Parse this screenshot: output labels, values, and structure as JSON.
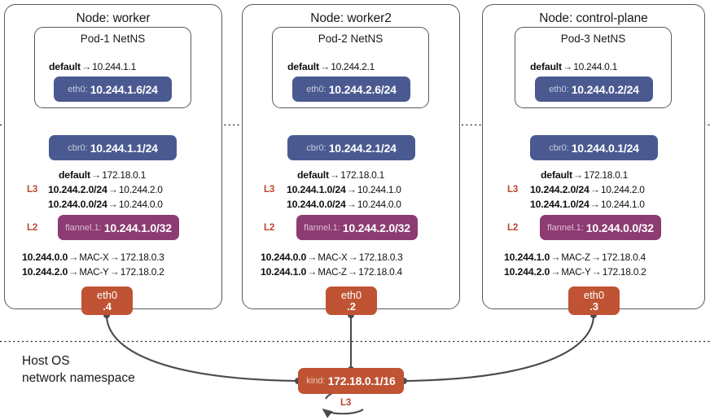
{
  "diagram": {
    "host_os_label": "Host OS\nnetwork namespace",
    "bridge": {
      "iface": "kind:",
      "address": "172.18.0.1/16",
      "loop_label": "L3"
    },
    "colors": {
      "blue": "#4a5a91",
      "purple": "#8d3b73",
      "orange": "#bf5333",
      "outline": "#555a5e",
      "arrow_red": "#c0432a",
      "connector": "#4a4a4a"
    },
    "nodes": [
      {
        "title": "Node: worker",
        "pod": {
          "title": "Pod-1 NetNS",
          "default_key": "default",
          "default_arrow": "→",
          "default_value": "10.244.1.1",
          "iface": "eth0:",
          "address": "10.244.1.6/24"
        },
        "bridge": {
          "iface": "cbr0:",
          "address": "10.244.1.1/24"
        },
        "l3_label": "L3",
        "l2_label": "L2",
        "routes": [
          {
            "key": "default",
            "arrow": "→",
            "value": "172.18.0.1"
          },
          {
            "key": "10.244.2.0/24",
            "arrow": "→",
            "value": "10.244.2.0"
          },
          {
            "key": "10.244.0.0/24",
            "arrow": "→",
            "value": "10.244.0.0"
          }
        ],
        "flannel": {
          "iface": "flannel.1:",
          "address": "10.244.1.0/32"
        },
        "fdb": [
          {
            "key": "10.244.0.0",
            "arrow1": "→",
            "mac": "MAC-X",
            "arrow2": "→",
            "value": "172.18.0.3"
          },
          {
            "key": "10.244.2.0",
            "arrow1": "→",
            "mac": "MAC-Y",
            "arrow2": "→",
            "value": "172.18.0.2"
          }
        ],
        "eth": {
          "name": "eth0",
          "num": ".4"
        }
      },
      {
        "title": "Node: worker2",
        "pod": {
          "title": "Pod-2 NetNS",
          "default_key": "default",
          "default_arrow": "→",
          "default_value": "10.244.2.1",
          "iface": "eth0:",
          "address": "10.244.2.6/24"
        },
        "bridge": {
          "iface": "cbr0:",
          "address": "10.244.2.1/24"
        },
        "l3_label": "L3",
        "l2_label": "L2",
        "routes": [
          {
            "key": "default",
            "arrow": "→",
            "value": "172.18.0.1"
          },
          {
            "key": "10.244.1.0/24",
            "arrow": "→",
            "value": "10.244.1.0"
          },
          {
            "key": "10.244.0.0/24",
            "arrow": "→",
            "value": "10.244.0.0"
          }
        ],
        "flannel": {
          "iface": "flannel.1:",
          "address": "10.244.2.0/32"
        },
        "fdb": [
          {
            "key": "10.244.0.0",
            "arrow1": "→",
            "mac": "MAC-X",
            "arrow2": "→",
            "value": "172.18.0.3"
          },
          {
            "key": "10.244.1.0",
            "arrow1": "→",
            "mac": "MAC-Z",
            "arrow2": "→",
            "value": "172.18.0.4"
          }
        ],
        "eth": {
          "name": "eth0",
          "num": ".2"
        }
      },
      {
        "title": "Node: control-plane",
        "pod": {
          "title": "Pod-3 NetNS",
          "default_key": "default",
          "default_arrow": "→",
          "default_value": "10.244.0.1",
          "iface": "eth0:",
          "address": "10.244.0.2/24"
        },
        "bridge": {
          "iface": "cbr0:",
          "address": "10.244.0.1/24"
        },
        "l3_label": "L3",
        "l2_label": "L2",
        "routes": [
          {
            "key": "default",
            "arrow": "→",
            "value": "172.18.0.1"
          },
          {
            "key": "10.244.2.0/24",
            "arrow": "→",
            "value": "10.244.2.0"
          },
          {
            "key": "10.244.1.0/24",
            "arrow": "→",
            "value": "10.244.1.0"
          }
        ],
        "flannel": {
          "iface": "flannel.1:",
          "address": "10.244.0.0/32"
        },
        "fdb": [
          {
            "key": "10.244.1.0",
            "arrow1": "→",
            "mac": "MAC-Z",
            "arrow2": "→",
            "value": "172.18.0.4"
          },
          {
            "key": "10.244.2.0",
            "arrow1": "→",
            "mac": "MAC-Y",
            "arrow2": "→",
            "value": "172.18.0.2"
          }
        ],
        "eth": {
          "name": "eth0",
          "num": ".3"
        }
      }
    ]
  }
}
